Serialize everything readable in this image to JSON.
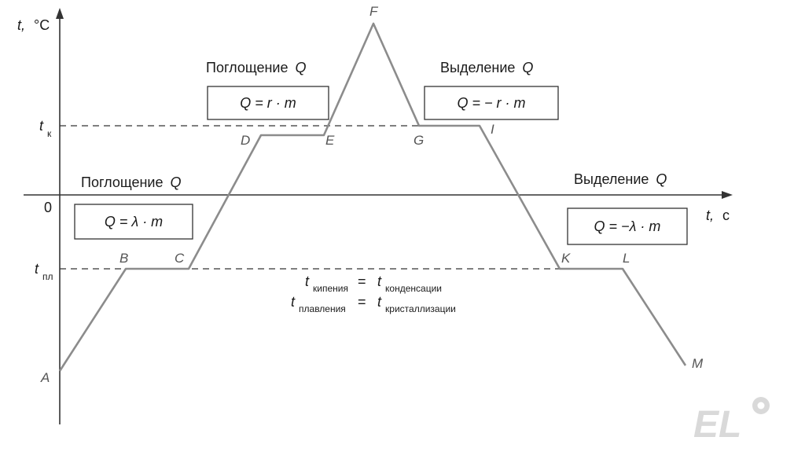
{
  "axes": {
    "y_label_var": "t,",
    "y_label_unit": "°C",
    "x_label_var": "t,",
    "x_label_unit": "с",
    "origin": "0",
    "tk_main": "t",
    "tk_sub": "к",
    "tpl_main": "t",
    "tpl_sub": "пл"
  },
  "points": {
    "A": "A",
    "B": "B",
    "C": "C",
    "D": "D",
    "E": "E",
    "F": "F",
    "G": "G",
    "I": "I",
    "K": "K",
    "L": "L",
    "M": "M"
  },
  "labels": {
    "absorb_top": "Поглощение",
    "absorb_top_q": "Q",
    "absorb_left": "Поглощение",
    "absorb_left_q": "Q",
    "release_top": "Выделение",
    "release_top_q": "Q",
    "release_right": "Выделение",
    "release_right_q": "Q"
  },
  "formulas": {
    "vaporize": "Q = r · m",
    "condense": "Q = − r · m",
    "melt": "Q = λ · m",
    "crystallize": "Q = −λ · m"
  },
  "equalities": {
    "t": "t",
    "eq": "=",
    "boil_sub": "кипения",
    "cond_sub": "конденсации",
    "melt_sub": "плавления",
    "cryst_sub": "кристаллизации"
  },
  "logo": {
    "text": "EL",
    "color": "#d9d9d9"
  },
  "colors": {
    "curve": "#8c8c8c",
    "axis": "#333333"
  }
}
